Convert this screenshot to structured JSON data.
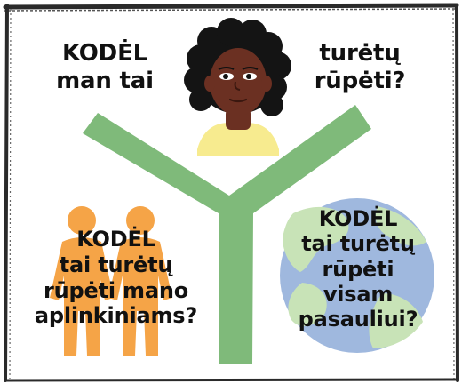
{
  "colors": {
    "branch_green": "#7fba7a",
    "people_orange": "#f5a447",
    "skin_brown": "#6b3022",
    "hair_black": "#141414",
    "shirt_yellow": "#f7eb8f",
    "globe_blue": "#9fb8de",
    "globe_green": "#c8e3b7",
    "frame_dark": "#2a2a2a",
    "text": "#111111"
  },
  "icons": {
    "person": "woman-face-icon",
    "people": "two-people-icon",
    "world": "globe-icon",
    "branch": "y-shape-branch"
  },
  "questions": {
    "top_left": {
      "line1": "KODĖL",
      "line2": "man tai"
    },
    "top_right": {
      "line1": "turėtų",
      "line2": "rūpėti?"
    },
    "bottom_left": {
      "line1": "KODĖL",
      "line2": "tai turėtų",
      "line3": "rūpėti mano",
      "line4": "aplinkiniams?"
    },
    "bottom_right": {
      "line1": "KODĖL",
      "line2": "tai turėtų",
      "line3": "rūpėti",
      "line4": "visam",
      "line5": "pasauliui?"
    }
  }
}
